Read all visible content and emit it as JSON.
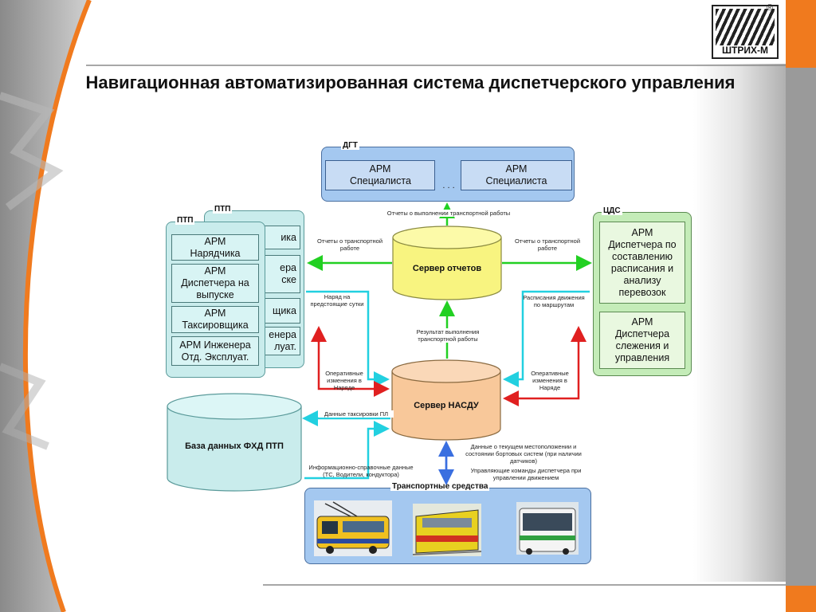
{
  "slide": {
    "title": "Навигационная автоматизированная система диспетчерского управления",
    "logo_text": "ШТРИХ-М",
    "registered_mark": "®"
  },
  "diagram": {
    "dgt": {
      "label": "ДГТ",
      "arm1": "АРМ Специалиста",
      "dots": ". . .",
      "arm2": "АРМ Специалиста"
    },
    "ptp_back": {
      "label": "ПТП",
      "fragments": [
        "ика",
        "ера",
        "ске",
        "щика",
        "енера",
        "луат."
      ]
    },
    "ptp": {
      "label": "ПТП",
      "arms": [
        "АРМ Нарядчика",
        "АРМ Диспетчера на выпуске",
        "АРМ Таксировщика",
        "АРМ Инженера Отд. Эксплуат."
      ]
    },
    "cds": {
      "label": "ЦДС",
      "arms": [
        "АРМ Диспетчера по составлению расписания и анализу перевозок",
        "АРМ Диспетчера слежения и управления"
      ]
    },
    "servers": {
      "reports": "Сервер отчетов",
      "nasdu": "Сервер НАСДУ",
      "db": "База данных ФХД ПТП"
    },
    "transport": {
      "label": "Транспортные средства",
      "vehicles": [
        "trolleybus-photo",
        "tram-photo",
        "bus-photo"
      ]
    },
    "flows": {
      "reports_to_dgt": "Отчеты о выполнении транспортной работы",
      "reports_to_ptp": "Отчеты о транспортной работе",
      "reports_to_cds": "Отчеты о транспортной работе",
      "order_next_day": "Наряд на предстоящие сутки",
      "schedules": "Расписания движения по маршрутам",
      "result_work": "Результат выполнения транспортной работы",
      "op_changes_left": "Оперативные изменения в Наряде",
      "op_changes_right": "Оперативные изменения в Наряде",
      "taxation_data": "Данные таксировки ПЛ",
      "info_data": "Информационно-справочные данные (ТС, Водители, кондуктора)",
      "location_data": "Данные о текущем местоположении и состоянии бортовых систем (при наличии датчиков)",
      "control_commands": "Управляющие команды диспетчера при управлении движением"
    },
    "colors": {
      "green": "#22d022",
      "cyan": "#22d0e0",
      "red": "#e02020",
      "blue": "#3a6fe0"
    }
  }
}
